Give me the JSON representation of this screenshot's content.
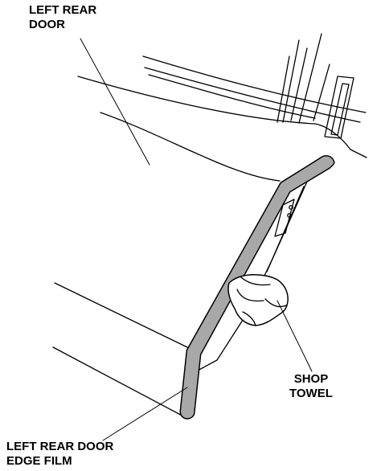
{
  "labels": {
    "left_rear_door": [
      "LEFT REAR",
      "DOOR"
    ],
    "shop_towel": [
      "SHOP",
      "TOWEL"
    ],
    "edge_film": [
      "LEFT REAR DOOR",
      "EDGE FILM"
    ]
  },
  "colors": {
    "line": "#000000",
    "film": "#a8a8a8",
    "background": "#ffffff"
  }
}
